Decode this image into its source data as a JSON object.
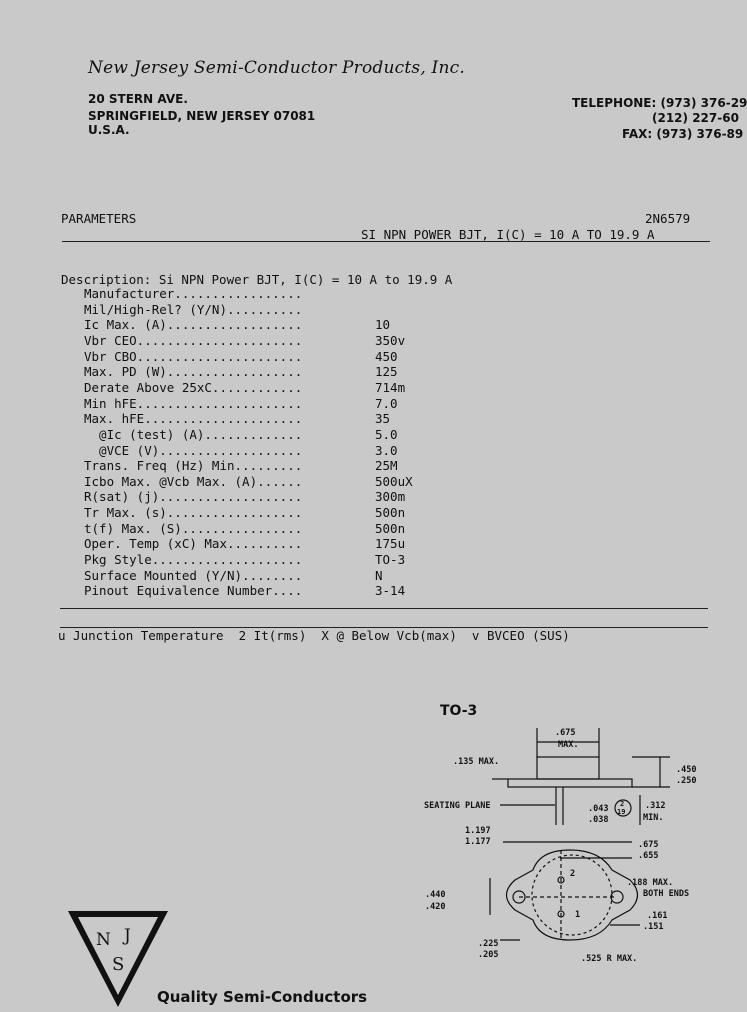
{
  "header": {
    "company": "New Jersey Semi-Conductor Products, Inc.",
    "address1": "20 STERN AVE.",
    "address2": "SPRINGFIELD, NEW JERSEY 07081",
    "address3": "U.S.A.",
    "telephone1": "TELEPHONE: (973) 376-29",
    "telephone2": "(212) 227-60",
    "fax": "FAX: (973) 376-89"
  },
  "params_header": {
    "label": "PARAMETERS",
    "part": "2N6579",
    "subtitle": "SI NPN POWER BJT, I(C) = 10 A TO 19.9 A"
  },
  "description": "Description: Si NPN Power BJT, I(C) = 10 A to 19.9 A",
  "rows": [
    {
      "label": "Manufacturer.................",
      "value": ""
    },
    {
      "label": "Mil/High-Rel? (Y/N)..........",
      "value": ""
    },
    {
      "label": "Ic Max. (A)..................",
      "value": "10"
    },
    {
      "label": "Vbr CEO......................",
      "value": "350v"
    },
    {
      "label": "Vbr CBO......................",
      "value": "450"
    },
    {
      "label": "Max. PD (W)..................",
      "value": "125"
    },
    {
      "label": "Derate Above 25xC............",
      "value": "714m"
    },
    {
      "label": "Min hFE......................",
      "value": "7.0"
    },
    {
      "label": "Max. hFE.....................",
      "value": "35"
    },
    {
      "label": "  @Ic (test) (A).............",
      "value": "5.0"
    },
    {
      "label": "  @VCE (V)...................",
      "value": "3.0"
    },
    {
      "label": "Trans. Freq (Hz) Min.........",
      "value": "25M"
    },
    {
      "label": "Icbo Max. @Vcb Max. (A)......",
      "value": "500uX"
    },
    {
      "label": "R(sat) (j)...................",
      "value": "300m"
    },
    {
      "label": "Tr Max. (s)..................",
      "value": "500n"
    },
    {
      "label": "t(f) Max. (S)................",
      "value": "500n"
    },
    {
      "label": "Oper. Temp (xC) Max..........",
      "value": "175u"
    },
    {
      "label": "Pkg Style....................",
      "value": "TO-3"
    },
    {
      "label": "Surface Mounted (Y/N)........",
      "value": "N"
    },
    {
      "label": "Pinout Equivalence Number....",
      "value": "3-14"
    }
  ],
  "footnote": "u Junction Temperature  2 It(rms)  X @ Below Vcb(max)  v BVCEO (SUS)",
  "diagram": {
    "title": "TO-3",
    "dim_675": ".675",
    "max": "MAX.",
    "dim_135": ".135 MAX.",
    "dim_450": ".450",
    "dim_250": ".250",
    "seating_plane": "SEATING PLANE",
    "dim_043": ".043",
    "dim_038": ".038",
    "circle_2": "2",
    "circle_19": "19",
    "dim_312": ".312",
    "min": "MIN.",
    "dim_1197": "1.197",
    "dim_1177": "1.177",
    "dim_675b": ".675",
    "dim_655": ".655",
    "dim_188": ".188 MAX.",
    "both_ends": "BOTH ENDS",
    "dim_440": ".440",
    "dim_420": ".420",
    "pin_2": "2",
    "pin_1": "1",
    "dim_161": ".161",
    "dim_151": ".151",
    "dim_225": ".225",
    "dim_205": ".205",
    "dim_525": ".525 R MAX."
  },
  "logo": {
    "n": "N",
    "j": "J",
    "s": "S"
  },
  "tagline": "Quality Semi-Conductors"
}
